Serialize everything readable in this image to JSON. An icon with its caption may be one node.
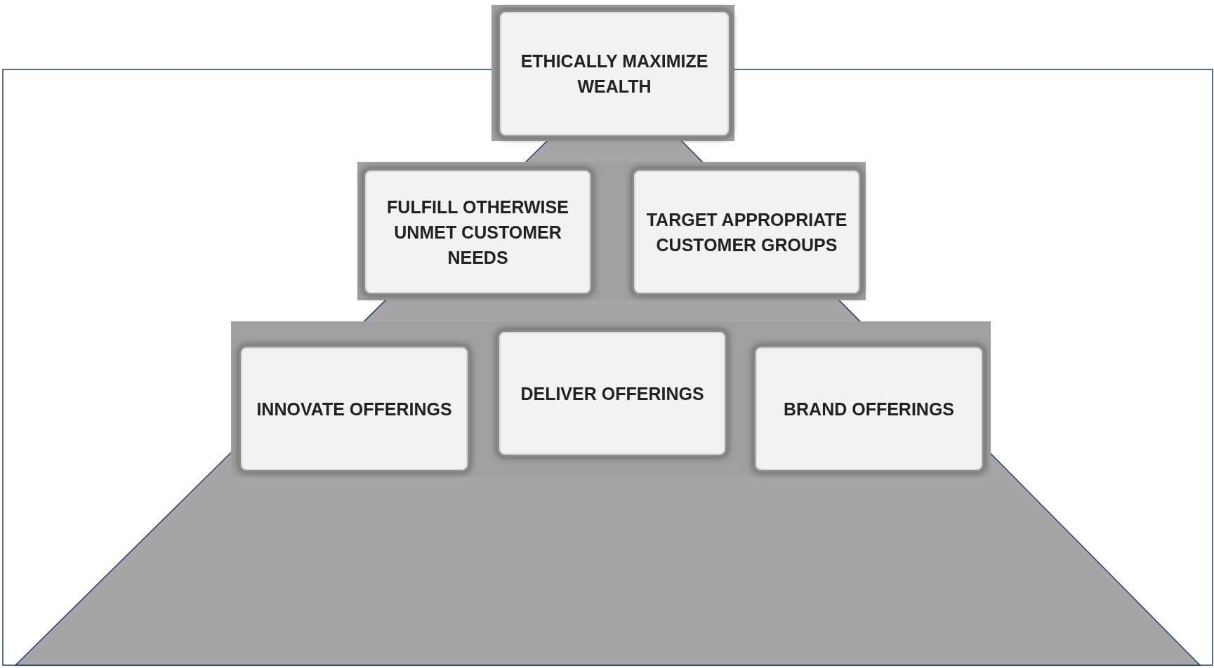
{
  "diagram": {
    "nodes": [
      {
        "text": [
          "ETHICALLY MAXIMIZE WEALTH"
        ]
      },
      {
        "text": [
          "FULFILL OTHERWISE UNMET CUSTOMER NEEDS"
        ]
      },
      {
        "text": [
          "TARGET APPROPRIATE CUSTOMER GROUPS"
        ]
      },
      {
        "text": [
          "INNOVATE OFFERINGS"
        ]
      },
      {
        "text": [
          "DELIVER OFFERINGS"
        ]
      },
      {
        "text": [
          "BRAND OFFERINGS"
        ]
      }
    ]
  }
}
